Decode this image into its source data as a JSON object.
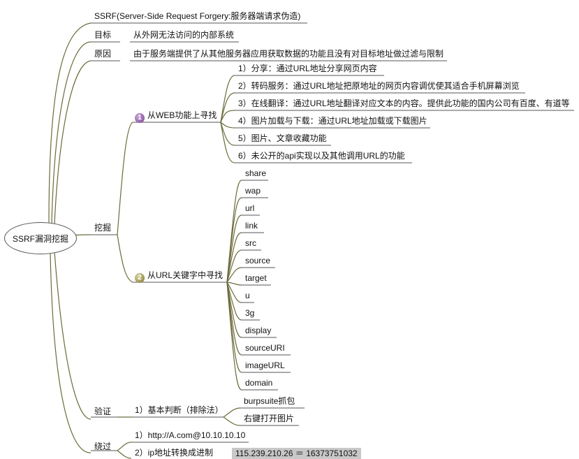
{
  "root": {
    "label": "SSRF漏洞挖掘"
  },
  "definition": {
    "label": "SSRF(Server-Side Request Forgery:服务器端请求伪造)"
  },
  "target": {
    "label": "目标",
    "detail": "从外网无法访问的内部系统"
  },
  "cause": {
    "label": "原因",
    "detail": "由于服务端提供了从其他服务器应用获取数据的功能且没有对目标地址做过滤与限制"
  },
  "dig": {
    "label": "挖掘",
    "web": {
      "badge": "1",
      "label": "从WEB功能上寻找",
      "items": [
        "1）分享：通过URL地址分享网页内容",
        "2）转码服务：通过URL地址把原地址的网页内容调优使其适合手机屏幕浏览",
        "3）在线翻译：通过URL地址翻译对应文本的内容。提供此功能的国内公司有百度、有道等",
        "4）图片加载与下载：通过URL地址加载或下载图片",
        "5）图片、文章收藏功能",
        "6）未公开的api实现以及其他调用URL的功能"
      ]
    },
    "keyword": {
      "badge": "2",
      "label": "从URL关键字中寻找",
      "items": [
        "share",
        "wap",
        "url",
        "link",
        "src",
        "source",
        "target",
        "u",
        "3g",
        "display",
        "sourceURI",
        "imageURL",
        "domain"
      ]
    }
  },
  "verify": {
    "label": "验证",
    "basic": {
      "label": "1）基本判断（排除法）",
      "items": [
        "burpsuite抓包",
        "右键打开图片"
      ]
    }
  },
  "bypass": {
    "label": "绕过",
    "items": [
      "1）http://A.com@10.10.10.10",
      "2）ip地址转换成进制"
    ],
    "note": "115.239.210.26 ＝ 16373751032"
  },
  "colors": {
    "line": "#6b6b3a",
    "underline": "#555555",
    "badge1": "#7a3c8f",
    "badge2": "#7f7630",
    "note_bg": "#c8c8c8"
  }
}
